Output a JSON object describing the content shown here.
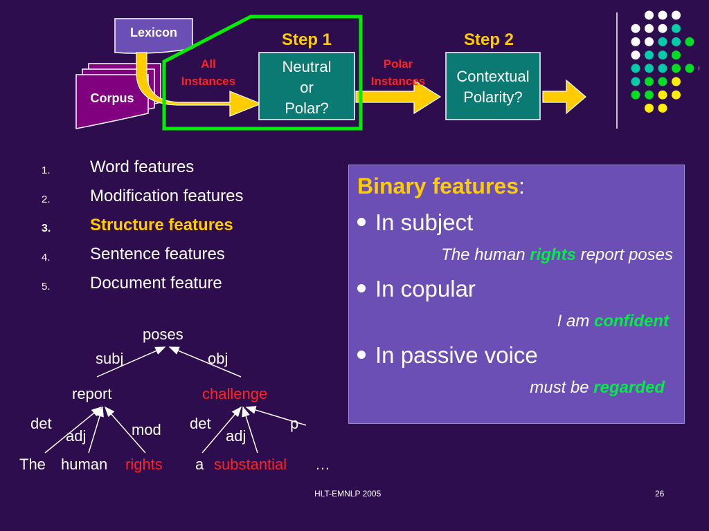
{
  "diagram": {
    "lexicon_label": "Lexicon",
    "corpus_label": "Corpus",
    "all_instances_label": "All\nInstances",
    "polar_instances_label": "Polar\nInstances",
    "step1_label": "Step 1",
    "step2_label": "Step 2",
    "neutral_box_label": "Neutral\nor\nPolar?",
    "contextual_box_label": "Contextual\nPolarity?"
  },
  "feature_list": [
    {
      "num": "1.",
      "label": "Word features",
      "active": false
    },
    {
      "num": "2.",
      "label": "Modification features",
      "active": false
    },
    {
      "num": "3.",
      "label": "Structure features",
      "active": true
    },
    {
      "num": "4.",
      "label": "Sentence features",
      "active": false
    },
    {
      "num": "5.",
      "label": "Document feature",
      "active": false
    }
  ],
  "panel": {
    "title": "Binary features",
    "title_suffix": ":",
    "items": [
      {
        "label": "In subject",
        "example_pre": "The human ",
        "example_hl": "rights",
        "example_post": " report poses"
      },
      {
        "label": "In copular",
        "example_pre": "I am ",
        "example_hl": "confident",
        "example_post": ""
      },
      {
        "label": "In passive voice",
        "example_pre": "must be ",
        "example_hl": "regarded",
        "example_post": ""
      }
    ]
  },
  "tree": {
    "root": "poses",
    "subj": "subj",
    "obj": "obj",
    "report": "report",
    "challenge": "challenge",
    "det1": "det",
    "adj1": "adj",
    "mod": "mod",
    "det2": "det",
    "adj2": "adj",
    "p": "p",
    "w_the": "The",
    "w_human": "human",
    "w_rights": "rights",
    "w_a": "a",
    "w_substantial": "substantial",
    "w_ellipsis": "…"
  },
  "footer": {
    "center": "HLT-EMNLP 2005",
    "page": "26"
  },
  "colors": {
    "background": "#2e0d4e",
    "teal_box": "#0a7a72",
    "lexicon_box": "#6b4fb5",
    "corpus_box": "#800080",
    "arrow_yellow": "#ffcc00",
    "step_highlight": "#00ee00",
    "active_item": "#ffcc00",
    "red_text": "#ff2222"
  },
  "decoration_dots": {
    "rows": [
      [
        "white",
        "white",
        "white"
      ],
      [
        "white",
        "white",
        "white",
        "teal"
      ],
      [
        "white",
        "white",
        "teal",
        "teal",
        "green"
      ],
      [
        "white",
        "teal",
        "teal",
        "green"
      ],
      [
        "teal",
        "teal",
        "teal",
        "green",
        "green",
        "yellow"
      ],
      [
        "teal",
        "green",
        "green",
        "yellow"
      ],
      [
        "green",
        "green",
        "yellow",
        "yellow"
      ],
      [
        "yellow",
        "yellow"
      ]
    ]
  }
}
